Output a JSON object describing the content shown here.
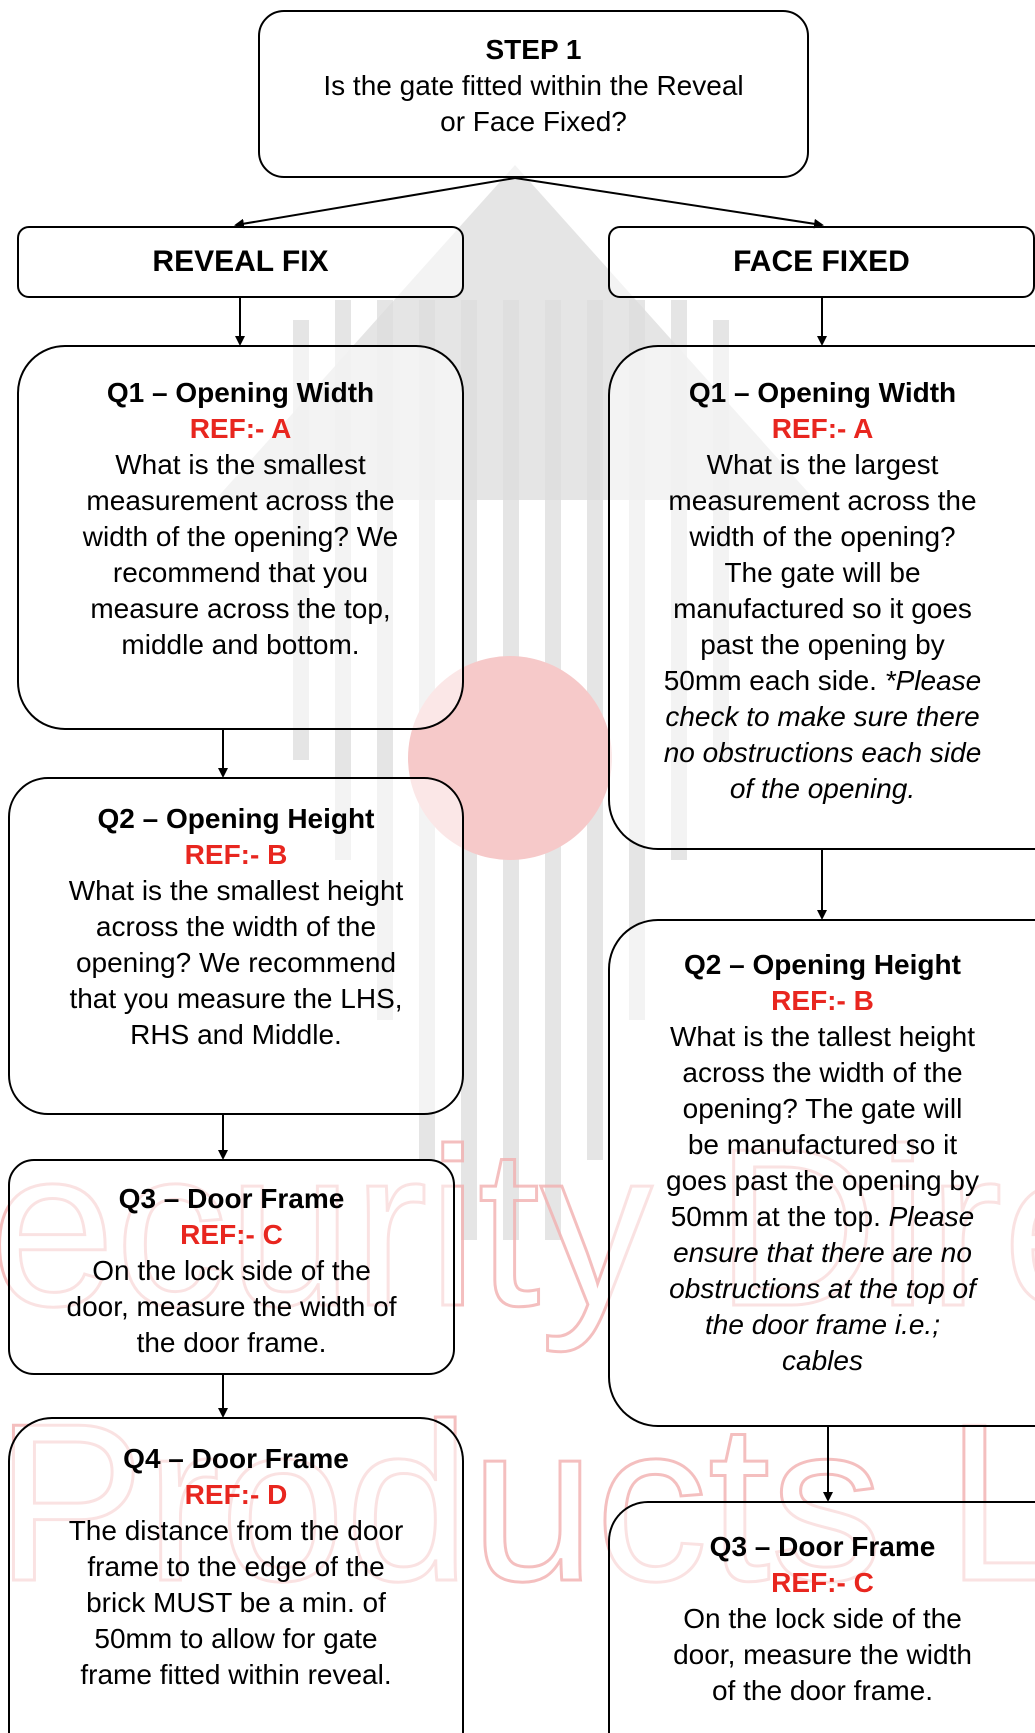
{
  "watermark": {
    "line1": "ecurity Direc",
    "line2": "Products Ltd",
    "colors": {
      "text": "#f4b6b6",
      "circle": "#f6c9c9",
      "arrow": "#dcdcdc"
    }
  },
  "step1": {
    "title": "STEP 1",
    "line1": "Is the gate fitted within the Reveal",
    "line2": "or Face Fixed?"
  },
  "left": {
    "header": "REVEAL FIX",
    "q1": {
      "title": "Q1 – Opening Width",
      "ref": "REF:- A",
      "lines": [
        "What is the smallest",
        "measurement across the",
        "width of the opening? We",
        "recommend that you",
        "measure across the top,",
        "middle and bottom."
      ]
    },
    "q2": {
      "title": "Q2 – Opening Height",
      "ref": "REF:- B",
      "lines": [
        "What is the smallest height",
        "across the width of the",
        "opening? We recommend",
        "that you measure the LHS,",
        "RHS and Middle."
      ]
    },
    "q3": {
      "title": "Q3 – Door Frame",
      "ref": "REF:- C",
      "lines": [
        "On the lock side of the",
        "door, measure the width of",
        "the door frame."
      ]
    },
    "q4": {
      "title": "Q4 – Door Frame",
      "ref": "REF:- D",
      "lines": [
        "The distance from the door",
        "frame to the edge of the",
        "brick MUST be a min. of",
        "50mm to allow for gate",
        "frame fitted within reveal."
      ]
    }
  },
  "right": {
    "header": "FACE FIXED",
    "q1": {
      "title": "Q1 – Opening Width",
      "ref": "REF:- A",
      "lines": [
        "What is the largest",
        "measurement across the",
        "width of the opening?",
        "The gate will be",
        "manufactured so it goes",
        "past the opening by"
      ],
      "line7": "50mm each side. ",
      "line7_italic": "*Please",
      "italic_lines": [
        "check to make sure there",
        "no obstructions each side",
        "of the opening."
      ]
    },
    "q2": {
      "title": "Q2 – Opening Height",
      "ref": "REF:- B",
      "lines": [
        "What is the tallest height",
        "across the width of the",
        "opening? The gate will",
        "be manufactured so it",
        "goes past the opening by"
      ],
      "line6": "50mm at the top. ",
      "line6_italic": "Please",
      "italic_lines": [
        "ensure that there are no",
        "obstructions at the top of",
        "the door frame i.e.;",
        "cables"
      ]
    },
    "q3": {
      "title": "Q3 – Door Frame",
      "ref": "REF:- C",
      "lines": [
        "On the lock side of the",
        "door, measure the width",
        "of the door frame."
      ]
    }
  }
}
